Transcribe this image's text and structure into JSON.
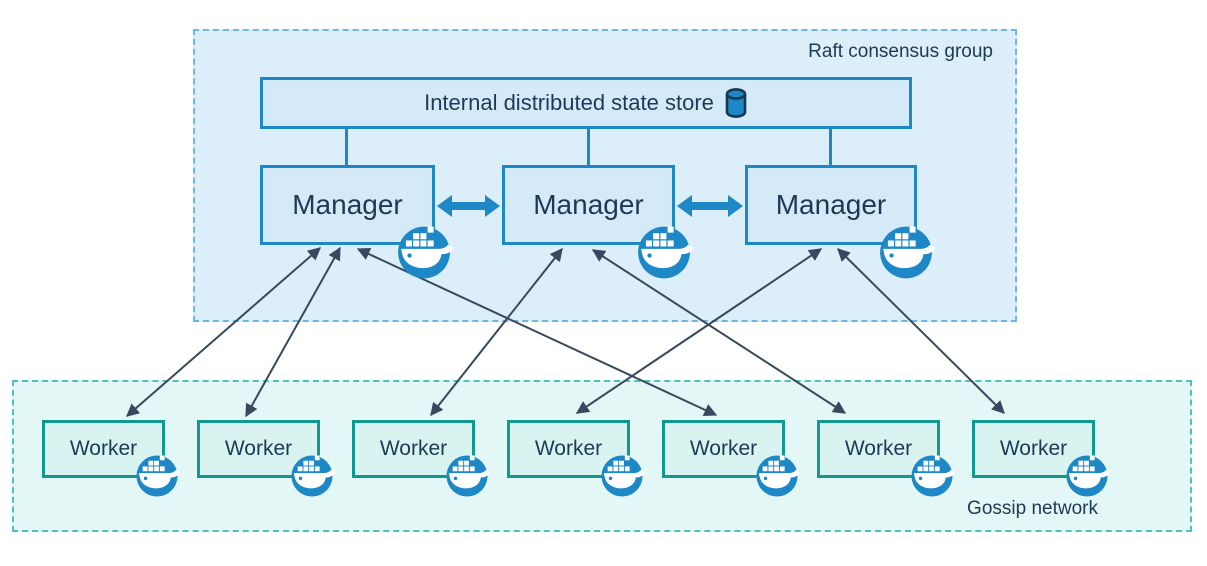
{
  "raft_group": {
    "label": "Raft consensus group",
    "state_store": {
      "label": "Internal distributed state store"
    },
    "managers": [
      {
        "id": 1,
        "label": "Manager"
      },
      {
        "id": 2,
        "label": "Manager"
      },
      {
        "id": 3,
        "label": "Manager"
      }
    ]
  },
  "gossip_group": {
    "label": "Gossip network",
    "workers": [
      {
        "id": 1,
        "label": "Worker"
      },
      {
        "id": 2,
        "label": "Worker"
      },
      {
        "id": 3,
        "label": "Worker"
      },
      {
        "id": 4,
        "label": "Worker"
      },
      {
        "id": 5,
        "label": "Worker"
      },
      {
        "id": 6,
        "label": "Worker"
      },
      {
        "id": 7,
        "label": "Worker"
      }
    ]
  },
  "connections": {
    "store_to_managers": [
      1,
      2,
      3
    ],
    "manager_peer_links": [
      {
        "from": 1,
        "to": 2
      },
      {
        "from": 2,
        "to": 3
      }
    ],
    "manager_worker_links": [
      {
        "manager": 1,
        "worker": 1
      },
      {
        "manager": 1,
        "worker": 2
      },
      {
        "manager": 1,
        "worker": 5
      },
      {
        "manager": 2,
        "worker": 3
      },
      {
        "manager": 2,
        "worker": 6
      },
      {
        "manager": 3,
        "worker": 4
      },
      {
        "manager": 3,
        "worker": 7
      }
    ]
  },
  "icons": {
    "docker": "docker-whale-icon",
    "database": "database-cylinder-icon"
  },
  "colors": {
    "blue_accent": "#1e88c7",
    "teal_accent": "#12998f",
    "raft_fill": "#dbeef9",
    "node_fill_blue": "#d4eaf8",
    "worker_fill": "#d9f3f1",
    "gossip_fill": "#e3f7f6",
    "raft_border": "#6fb7e3",
    "gossip_border": "#4ec3bc",
    "arrow_dark": "#36495e",
    "text_navy": "#1d3a55"
  }
}
